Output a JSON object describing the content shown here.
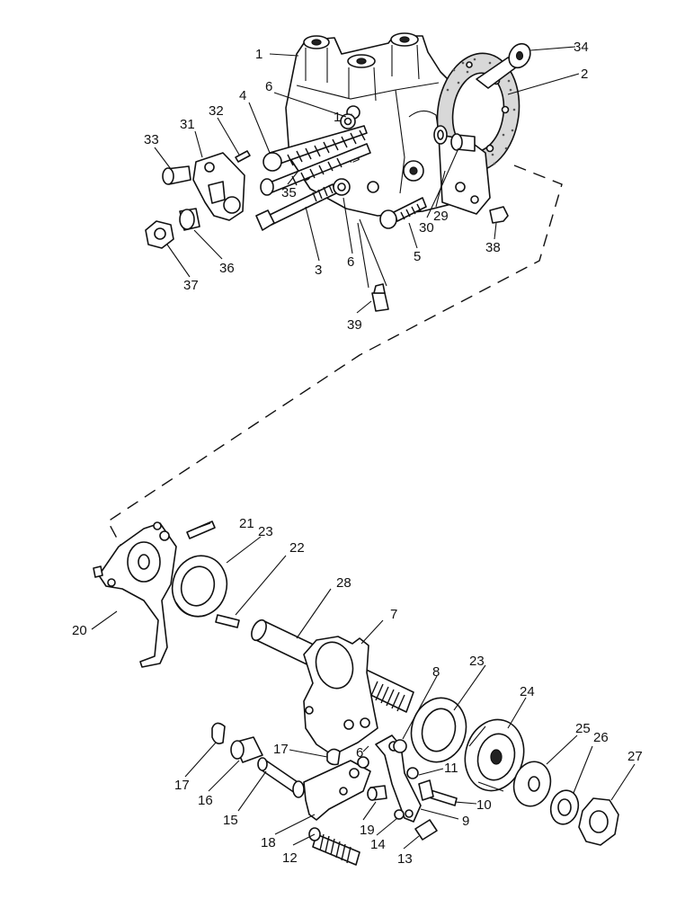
{
  "callouts": [
    {
      "id": "1",
      "text": "1"
    },
    {
      "id": "2",
      "text": "2"
    },
    {
      "id": "3",
      "text": "3"
    },
    {
      "id": "4",
      "text": "4"
    },
    {
      "id": "5",
      "text": "5"
    },
    {
      "id": "6a",
      "text": "6"
    },
    {
      "id": "6b",
      "text": "6"
    },
    {
      "id": "6c",
      "text": "6"
    },
    {
      "id": "7",
      "text": "7"
    },
    {
      "id": "8",
      "text": "8"
    },
    {
      "id": "9",
      "text": "9"
    },
    {
      "id": "10",
      "text": "10"
    },
    {
      "id": "11",
      "text": "11"
    },
    {
      "id": "12",
      "text": "12"
    },
    {
      "id": "13",
      "text": "13"
    },
    {
      "id": "14",
      "text": "14"
    },
    {
      "id": "15",
      "text": "15"
    },
    {
      "id": "16",
      "text": "16"
    },
    {
      "id": "17a",
      "text": "17"
    },
    {
      "id": "17b",
      "text": "17"
    },
    {
      "id": "18",
      "text": "18"
    },
    {
      "id": "19",
      "text": "19"
    },
    {
      "id": "20",
      "text": "20"
    },
    {
      "id": "21",
      "text": "21"
    },
    {
      "id": "22",
      "text": "22"
    },
    {
      "id": "23a",
      "text": "23"
    },
    {
      "id": "23b",
      "text": "23"
    },
    {
      "id": "24",
      "text": "24"
    },
    {
      "id": "25",
      "text": "25"
    },
    {
      "id": "26",
      "text": "26"
    },
    {
      "id": "27",
      "text": "27"
    },
    {
      "id": "28",
      "text": "28"
    },
    {
      "id": "29",
      "text": "29"
    },
    {
      "id": "30",
      "text": "30"
    },
    {
      "id": "31",
      "text": "31"
    },
    {
      "id": "32",
      "text": "32"
    },
    {
      "id": "33",
      "text": "33"
    },
    {
      "id": "34",
      "text": "34"
    },
    {
      "id": "35",
      "text": "35"
    },
    {
      "id": "36",
      "text": "36"
    },
    {
      "id": "37",
      "text": "37"
    },
    {
      "id": "38",
      "text": "38"
    },
    {
      "id": "39",
      "text": "39"
    }
  ]
}
